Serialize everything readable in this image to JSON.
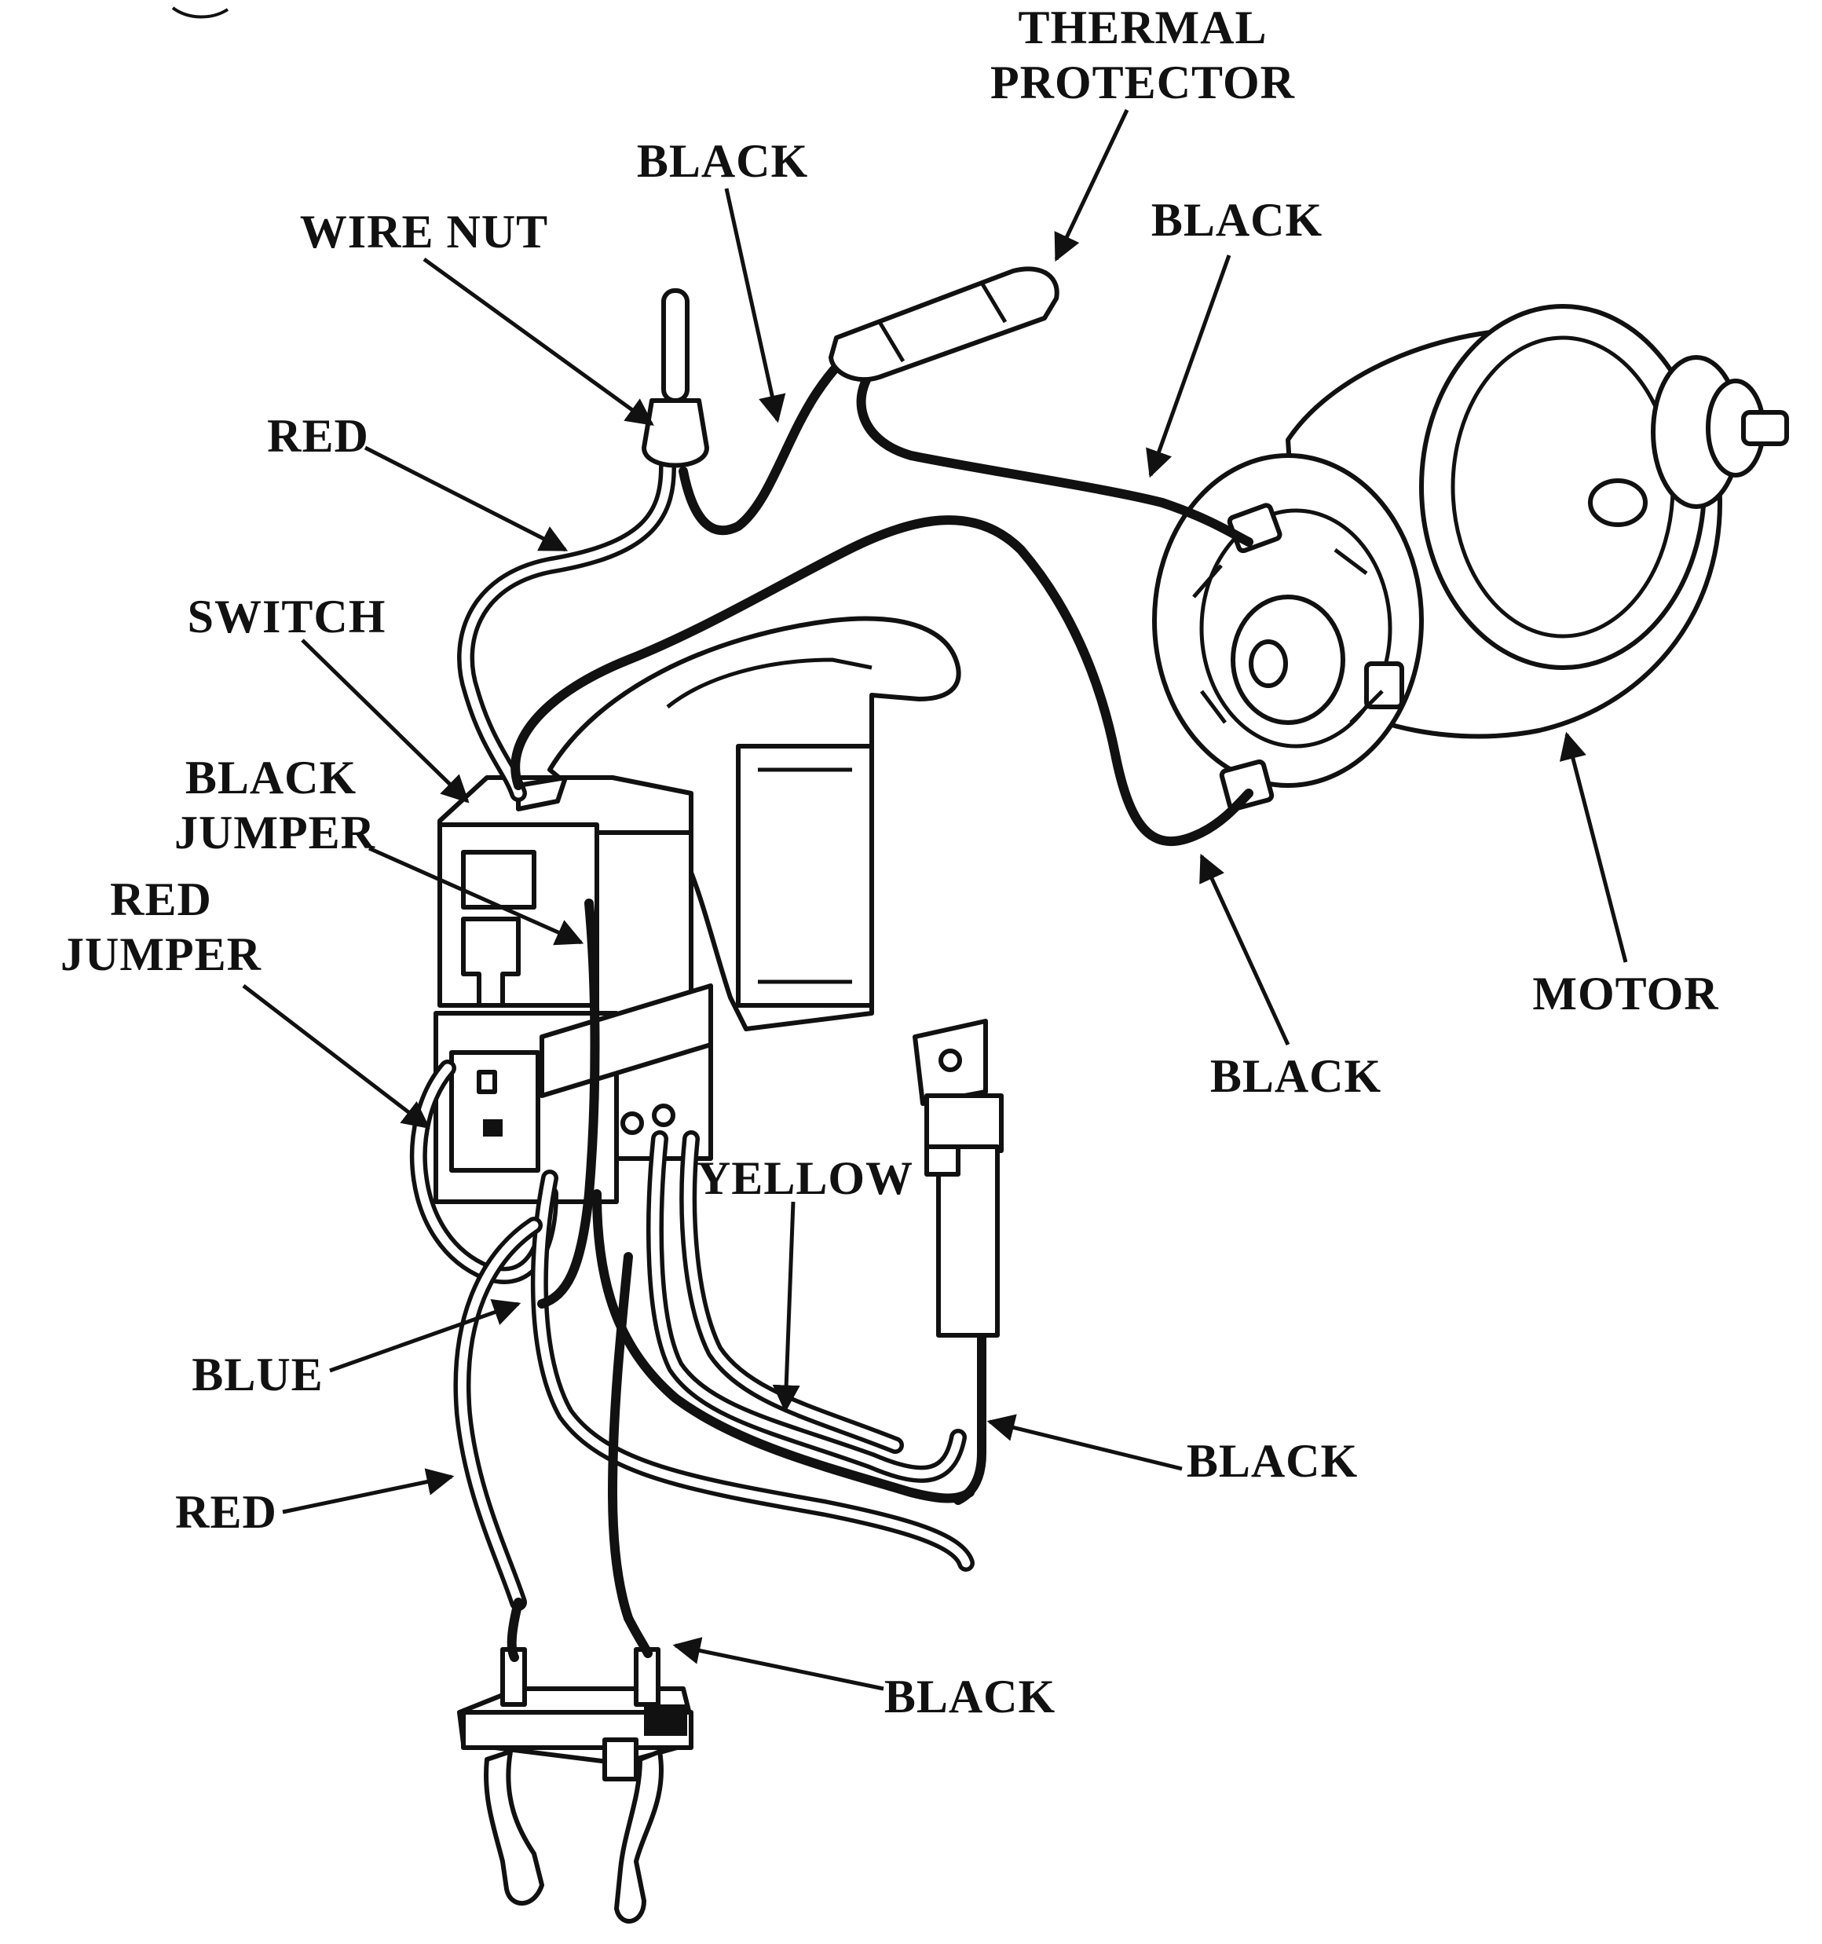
{
  "labels": {
    "thermal_protector_1": "THERMAL",
    "thermal_protector_2": "PROTECTOR",
    "black_top": "BLACK",
    "wire_nut": "WIRE NUT",
    "black_motor_top": "BLACK",
    "red_top": "RED",
    "switch": "SWITCH",
    "black_jumper_1": "BLACK",
    "black_jumper_2": "JUMPER",
    "red_jumper_1": "RED",
    "red_jumper_2": "JUMPER",
    "black_motor_bottom": "BLACK",
    "motor": "MOTOR",
    "yellow": "YELLOW",
    "blue": "BLUE",
    "black_right": "BLACK",
    "red_bottom": "RED",
    "black_bottom": "BLACK"
  }
}
